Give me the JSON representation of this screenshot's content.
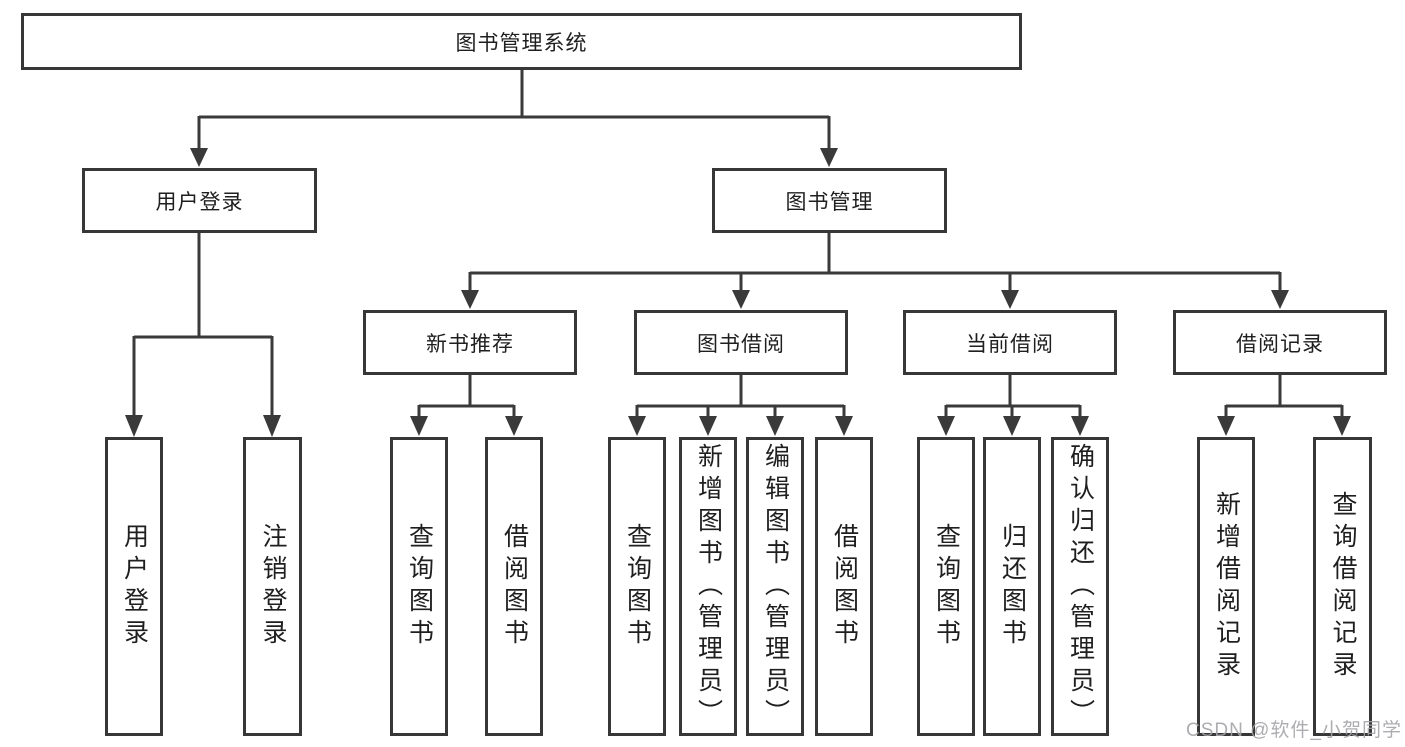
{
  "diagram": {
    "root": {
      "label": "图书管理系统"
    },
    "login": {
      "label": "用户登录",
      "children": [
        {
          "label": "用户登录"
        },
        {
          "label": "注销登录"
        }
      ]
    },
    "manage": {
      "label": "图书管理",
      "children": [
        {
          "label": "新书推荐",
          "children": [
            {
              "label": "查询图书"
            },
            {
              "label": "借阅图书"
            }
          ]
        },
        {
          "label": "图书借阅",
          "children": [
            {
              "label": "查询图书"
            },
            {
              "label": "新增图书（管理员）"
            },
            {
              "label": "编辑图书（管理员）"
            },
            {
              "label": "借阅图书"
            }
          ]
        },
        {
          "label": "当前借阅",
          "children": [
            {
              "label": "查询图书"
            },
            {
              "label": "归还图书"
            },
            {
              "label": "确认归还（管理员）"
            }
          ]
        },
        {
          "label": "借阅记录",
          "children": [
            {
              "label": "新增借阅记录"
            },
            {
              "label": "查询借阅记录"
            }
          ]
        }
      ]
    },
    "watermark": {
      "label": "CSDN @软件_小贺同学"
    },
    "colors": {
      "line": "#3a3a3a",
      "border": "#373737",
      "text": "#1f1f1f",
      "watermark": "#a4a4a8",
      "background": "#ffffff"
    }
  }
}
